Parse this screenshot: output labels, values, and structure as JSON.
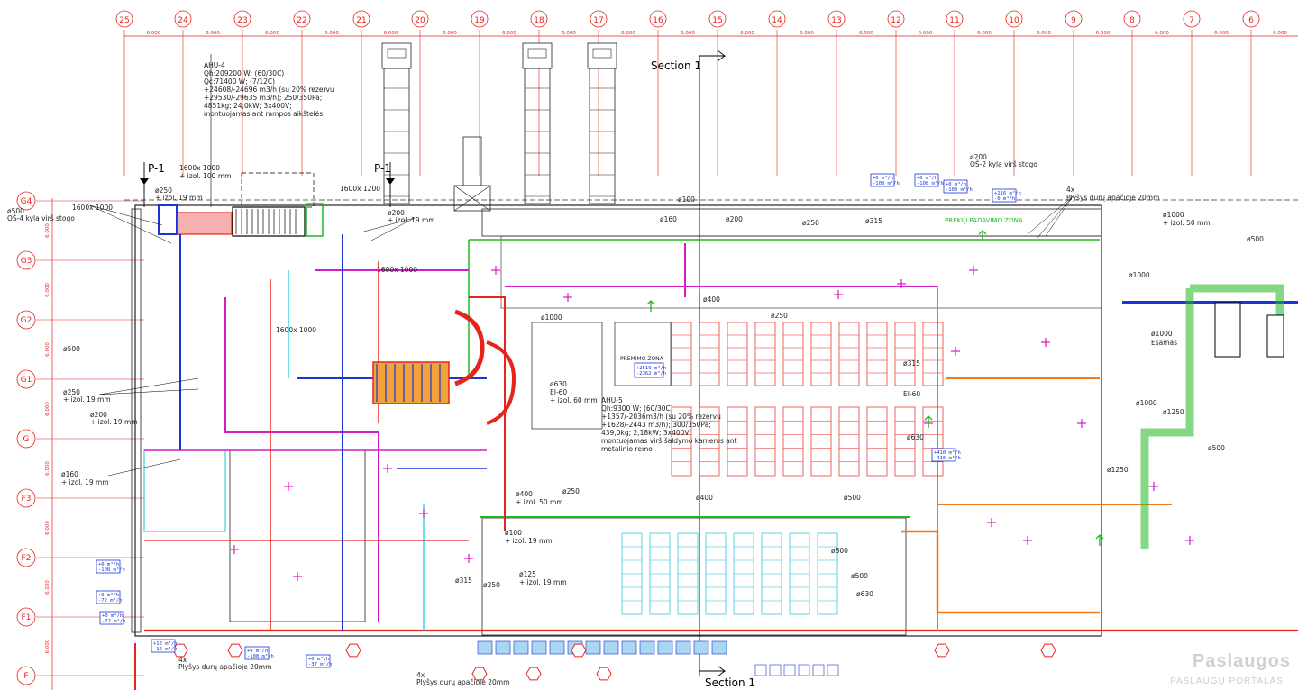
{
  "grid": {
    "columns": [
      "25",
      "24",
      "23",
      "22",
      "21",
      "20",
      "19",
      "18",
      "17",
      "16",
      "15",
      "14",
      "13",
      "12",
      "11",
      "10",
      "9",
      "8",
      "7",
      "6"
    ],
    "rows": [
      "G4",
      "G3",
      "G2",
      "G1",
      "G",
      "F3",
      "F2",
      "F1",
      "F"
    ],
    "column_spacing_label": "6.000"
  },
  "section": {
    "top": "Section 1",
    "bottom": "Section 1"
  },
  "plans": {
    "p_left": "P-1",
    "p_right": "P-1"
  },
  "ahu4": {
    "title": "AHU-4",
    "lines": [
      "Qh:209200 W; (60/30C)",
      "Qc:71400 W; (7/12C)",
      "+24608/-24696 m3/h (su 20% rezervu",
      "+29530/-29635 m3/h); 250/350Pa;",
      "4851kg; 24,0kW; 3x400V;",
      "montuojamas ant rampos aikštelės"
    ]
  },
  "ahu5": {
    "title": "AHU-5",
    "lines": [
      "Qh:9300 W; (60/30C)",
      "+1357/-2036m3/h (su 20% rezervu",
      "+1628/-2443 m3/h); 300/350Pa;",
      "439,0kg; 2,18kW; 3x400V;",
      "montuojamas virš šaldymo kameros ant",
      "metalinio remo"
    ]
  },
  "notes": {
    "os4": "OŠ-4 kyla virš stogo",
    "os2": "OŠ-2 kyla virš stogo",
    "os2_dia": "ø200",
    "plysys_left": "Plyšys durų apačioje 20mm",
    "plysys_mid": "Plyšys durų apačioje 20mm",
    "plysys_top": "Plyšys durų apačioje 20mm",
    "x4a": "4x",
    "x4b": "4x",
    "x4c": "4x",
    "esamas": "Esamas",
    "premiumo_zona": "PREMIMO ZONA",
    "prekiu_padavimas": "PREKIŲ PADAVIMO ZONA"
  },
  "labels": {
    "l1600_top": "1600x 1000",
    "l1600_izol": "+ izol. 100 mm",
    "l1600x1200": "1600x 1200",
    "l1600x1000_left": "1600x 1000",
    "l1600x1000_mid": "1600x 1000",
    "l1600x1000_c": "1600x 1000",
    "d250_izol": "ø250",
    "izol19": "+ izol. 19 mm",
    "d500_left": "ø500",
    "d500_left2": "ø500",
    "d250_g1": "ø250",
    "d200_g": "ø200",
    "d160_f3": "ø160",
    "d200_top": "ø200",
    "d100_top": "ø100",
    "d160_top": "ø160",
    "d200_top2": "ø200",
    "d250_top": "ø250",
    "d315_top": "ø315",
    "d1000_right": "ø1000",
    "izol50": "+ izol. 50 mm",
    "d500_right": "ø500",
    "d1000_mid": "ø1000",
    "d630_ei60": "ø630",
    "ei60": "EI-60",
    "izol60": "+ izol. 60 mm",
    "d1000_center": "ø1000",
    "d400_a": "ø400",
    "d250_a": "ø250",
    "d400_b": "ø400",
    "d500_c": "ø500",
    "d400_izol50": "ø400",
    "d250_mid": "ø250",
    "d100_izol": "ø100",
    "d125_izol": "ø125",
    "d250_lower": "ø250",
    "d315_lower": "ø315",
    "d800": "ø800",
    "d500_lower": "ø500",
    "d630_lower": "ø630",
    "d1250_a": "ø1250",
    "d1250_b": "ø1250",
    "d1000_r2": "ø1000",
    "d500_r3": "ø500",
    "d315_r": "ø315",
    "d630_r": "ø630",
    "d1000_mid2": "ø1000"
  },
  "flow_boxes": [
    "+0 m³/h\n-108 m³/h",
    "+0 m³/h\n-108 m³/h",
    "+0 m³/h\n-108 m³/h",
    "+216 m³/h\n-0 m³/h",
    "+2519 m³/h\n-2362 m³/h",
    "+410 m³/h\n-416 m³/h",
    "+0 m³/h\n-108 m³/h",
    "+0 m³/h\n-72 m³/h",
    "+0 m³/h\n-72 m³/h",
    "+0 m³/h\n-108 m³/h",
    "+0 m³/h\n-37 m³/h",
    "+12 m³/h\n-12 m³/h"
  ],
  "watermark": {
    "main": "Paslaugos",
    "sub": "PASLAUGŲ PORTALAS"
  },
  "colors": {
    "grid": "#e8231c",
    "supply": "#1a34d6",
    "exhaust": "#e8231c",
    "magenta": "#d21cc8",
    "green": "#20b820",
    "cyan": "#19c0d8",
    "orange": "#f07a18",
    "wall": "#222222"
  }
}
